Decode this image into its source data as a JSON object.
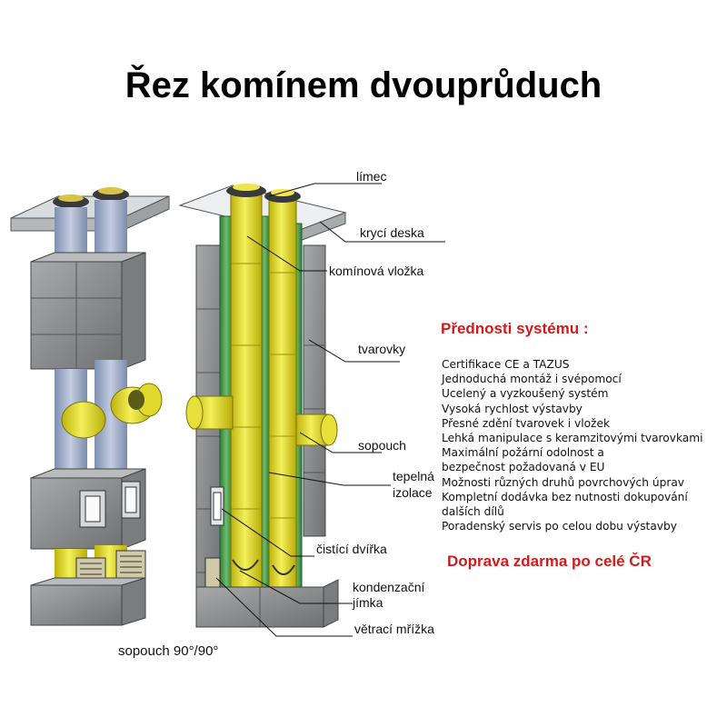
{
  "title": "Řez komínem dvouprůduch",
  "labels": {
    "limec": "límec",
    "kryci_deska": "krycí deska",
    "kominova_vlozka": "komínová vložka",
    "tvarovky": "tvarovky",
    "sopouch": "sopouch",
    "tepelna": "tepelná",
    "izolace": "izolace",
    "cistici_dvirka": "čistící dvířka",
    "kondenzacni": "kondenzační",
    "jimka": "jímka",
    "vetraci_mrizka": "větrací mřížka"
  },
  "caption": "sopouch 90°/90°",
  "advantages": {
    "title": "Přednosti systému :",
    "items": [
      "Certifikace CE a TAZUS",
      "Jednoduchá montáž i svépomocí",
      "Ucelený a vyzkoušený systém",
      "Vysoká rychlost výstavby",
      "Přesné zdění tvarovek i vložek",
      "Lehká manipulace s keramzitovými tvarovkami",
      "Maximální požární odolnost a",
      "bezpečnost požadovaná v EU",
      "Možnosti různých druhů povrchových úprav",
      "Kompletní dodávka bez nutnosti dokupování",
      "dalších dílů",
      "Poradenský servis po celou dobu výstavby"
    ]
  },
  "doprava": "Doprava zdarma po celé ČR",
  "colors": {
    "accent_red": "#d21a1a",
    "block_gray": "#8a8c8e",
    "liner_yellow": "#e6e21e",
    "insulation_green": "#3c9a4a",
    "pipe_blue": "#9aa8c4"
  }
}
